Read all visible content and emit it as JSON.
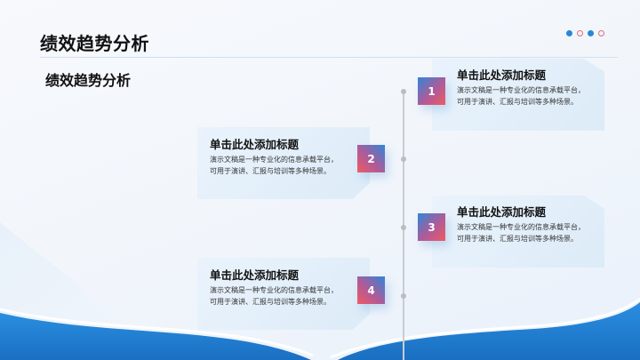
{
  "header": {
    "title": "绩效趋势分析",
    "pager": [
      {
        "style": "filled",
        "color": "#2a86d6"
      },
      {
        "style": "ring",
        "color": "#e06d78"
      },
      {
        "style": "filled",
        "color": "#2a86d6"
      },
      {
        "style": "ring",
        "color": "#e06d78"
      }
    ]
  },
  "section_title": "绩效趋势分析",
  "timeline": {
    "items": [
      {
        "number": "1",
        "side": "right",
        "title": "单击此处添加标题",
        "desc_line1": "演示文稿是一种专业化的信息承载平台，",
        "desc_line2": "可用于演讲、汇报与培训等多种场景。"
      },
      {
        "number": "2",
        "side": "left",
        "title": "单击此处添加标题",
        "desc_line1": "演示文稿是一种专业化的信息承载平台，",
        "desc_line2": "可用于演讲、汇报与培训等多种场景。"
      },
      {
        "number": "3",
        "side": "right",
        "title": "单击此处添加标题",
        "desc_line1": "演示文稿是一种专业化的信息承载平台，",
        "desc_line2": "可用于演讲、汇报与培训等多种场景。"
      },
      {
        "number": "4",
        "side": "left",
        "title": "单击此处添加标题",
        "desc_line1": "演示文稿是一种专业化的信息承载平台，",
        "desc_line2": "可用于演讲、汇报与培训等多种场景。"
      }
    ]
  },
  "colors": {
    "accent_blue": "#2a86d6",
    "accent_red": "#f05a62",
    "wave_blue": "#1f7fd4",
    "card_bg": "#e4eff9"
  }
}
